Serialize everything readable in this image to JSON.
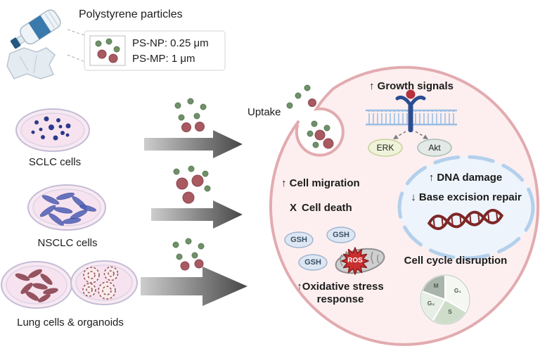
{
  "header": {
    "title": "Polystyrene particles",
    "legend": {
      "np": "PS-NP: 0.25 μm",
      "mp": "PS-MP: 1 μm"
    }
  },
  "cultures": [
    {
      "label": "SCLC cells"
    },
    {
      "label": "NSCLC cells"
    },
    {
      "label": "Lung cells & organoids"
    }
  ],
  "uptake_label": "Uptake",
  "cell": {
    "growth_signals": "↑ Growth signals",
    "erk": "ERK",
    "akt": "Akt",
    "cell_migration": "↑ Cell migration",
    "cell_death_mark": "X",
    "cell_death": "Cell death",
    "dna_damage": "↑ DNA damage",
    "base_excision_repair": "↓ Base excision repair",
    "gsh": "GSH",
    "ros": "ROS",
    "oxidative_line1": "↑Oxidative stress",
    "oxidative_line2": "response",
    "cell_cycle_disruption": "Cell cycle disruption",
    "phases": {
      "g1": "G₁",
      "s": "S",
      "g2": "G₂",
      "m": "M"
    }
  },
  "colors": {
    "cell_fill": "#fdeff0",
    "cell_membrane": "#e2abb0",
    "nucleus_fill": "#edf4fb",
    "nucleus_border": "#b3d0ec",
    "particle_red": "#a85a60",
    "particle_green": "#6f9068",
    "ros_red": "#c92f2f",
    "arrow_gray_light": "#cdcdcd",
    "arrow_gray_dark": "#474747",
    "bottle_label_blue": "#3a79ab",
    "receptor_blue": "#2a4e8f",
    "dna_red": "#7e2626"
  }
}
